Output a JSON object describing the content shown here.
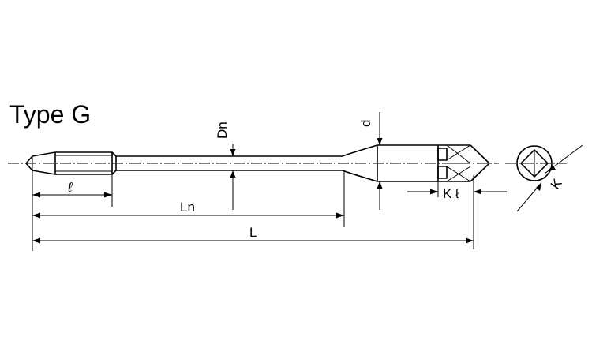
{
  "title": "Type G",
  "dimensions": {
    "thread_length": "ℓ",
    "neck_length": "Ln",
    "overall_length": "L",
    "neck_diameter": "Dn",
    "shank_diameter": "d",
    "square_length": "K ℓ",
    "square_size": "K"
  }
}
